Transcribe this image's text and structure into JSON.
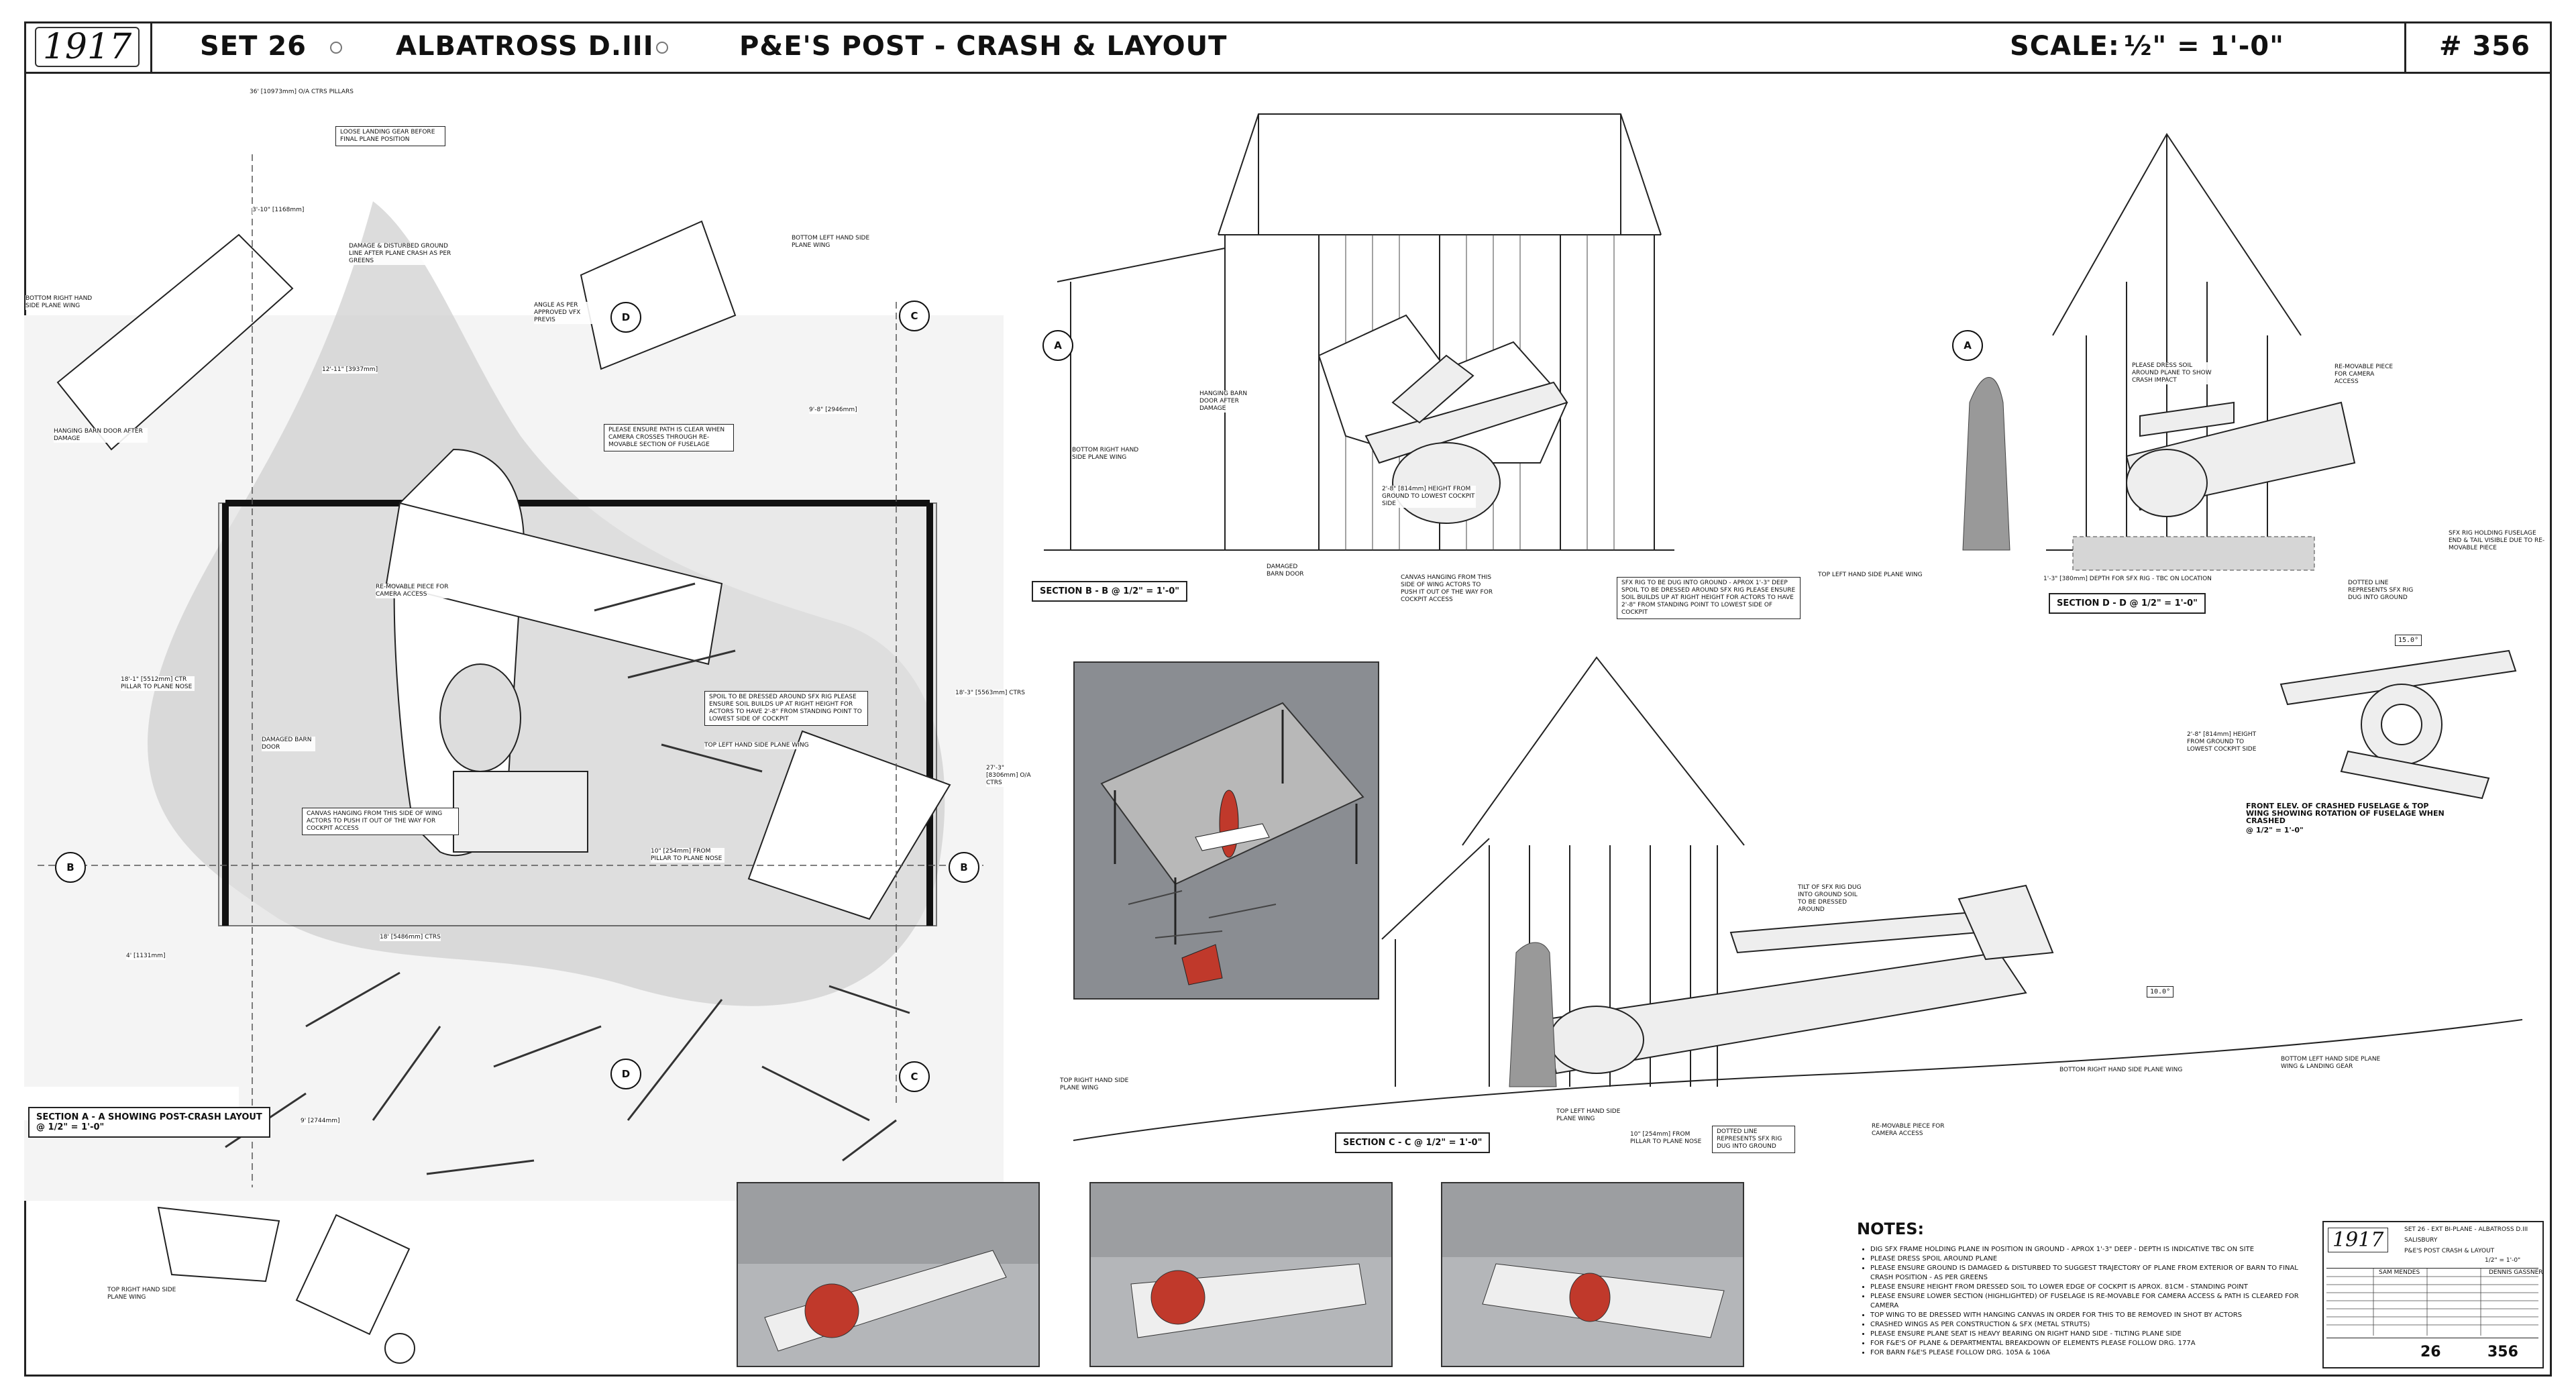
{
  "title_bar": {
    "logo": "1917",
    "set": "SET 26",
    "subject": "ALBATROSS D.III",
    "description": "P&E'S POST - CRASH & LAYOUT",
    "scale_label": "SCALE:",
    "scale_value": "½\" = 1'-0\"",
    "drawing_no": "# 356"
  },
  "plan": {
    "title": "SECTION A - A SHOWING POST-CRASH LAYOUT",
    "scale": "@ 1/2\" = 1'-0\"",
    "labels": {
      "loose_gear": "LOOSE LANDING GEAR BEFORE FINAL PLANE POSITION",
      "damage_ground": "DAMAGE & DISTURBED GROUND LINE AFTER PLANE CRASH AS PER GREENS",
      "bottom_left_wing": "BOTTOM LEFT HAND SIDE PLANE WING",
      "bottom_right_wing": "BOTTOM RIGHT HAND SIDE PLANE WING",
      "angle_previs": "ANGLE AS PER APPROVED VFX PREVIS",
      "hanging_door": "HANGING BARN DOOR AFTER DAMAGE",
      "camera_path": "PLEASE ENSURE PATH IS CLEAR WHEN CAMERA CROSSES THROUGH RE-MOVABLE SECTION OF FUSELAGE",
      "removable_piece": "RE-MOVABLE PIECE FOR CAMERA ACCESS",
      "spoil_sfx": "SPOIL TO BE DRESSED AROUND SFX RIG PLEASE ENSURE SOIL BUILDS UP AT RIGHT HEIGHT FOR ACTORS TO HAVE 2'-8\" FROM STANDING POINT TO LOWEST SIDE OF COCKPIT",
      "top_left_wing": "TOP LEFT HAND SIDE PLANE WING",
      "damaged_door": "DAMAGED BARN DOOR",
      "canvas_hanging": "CANVAS HANGING FROM THIS SIDE OF WING ACTORS TO PUSH IT OUT OF THE WAY FOR COCKPIT ACCESS",
      "pillar_nose": "10\" [254mm] FROM PILLAR TO PLANE NOSE",
      "ctrs": "18' [5486mm] CTRS",
      "top_right_wing": "TOP RIGHT HAND SIDE PLANE WING",
      "dim_top": "36' [10973mm] O/A CTRS PILLARS",
      "dim_left": "18'-1\" [5512mm] CTR PILLAR TO PLANE NOSE",
      "dim_right": "18'-3\" [5563mm] CTRS",
      "dim_oa": "27'-3\" [8306mm] O/A CTRS",
      "dim_9ft": "9' [2744mm]",
      "dim_4": "4' [1131mm]",
      "dim_12": "12'-11\" [3937mm]",
      "dim_9_8": "9'-8\" [2946mm]",
      "dim_3_10": "3'-10\" [1168mm]"
    }
  },
  "section_bb": {
    "title": "SECTION B - B",
    "scale": "@ 1/2\" = 1'-0\"",
    "labels": {
      "hanging_door": "HANGING BARN DOOR AFTER DAMAGE",
      "bottom_right_wing": "BOTTOM RIGHT HAND SIDE PLANE WING",
      "height_cockpit": "2'-8\" [814mm] HEIGHT FROM GROUND TO LOWEST COCKPIT SIDE",
      "damaged_door": "DAMAGED BARN DOOR",
      "canvas": "CANVAS HANGING FROM THIS SIDE OF WING ACTORS TO PUSH IT OUT OF THE WAY FOR COCKPIT ACCESS",
      "sfx_rig": "SFX RIG TO BE DUG INTO GROUND - APROX 1'-3\" DEEP SPOIL TO BE DRESSED AROUND SFX RIG PLEASE ENSURE SOIL BUILDS UP AT RIGHT HEIGHT FOR ACTORS TO HAVE 2'-8\" FROM STANDING POINT TO LOWEST SIDE OF COCKPIT",
      "top_left_wing": "TOP LEFT HAND SIDE PLANE WING"
    }
  },
  "section_dd": {
    "title": "SECTION D - D",
    "scale": "@ 1/2\" = 1'-0\"",
    "labels": {
      "dress_soil": "PLEASE DRESS SOIL AROUND PLANE TO SHOW CRASH IMPACT",
      "removable": "RE-MOVABLE PIECE FOR CAMERA ACCESS",
      "depth": "1'-3\" [380mm] DEPTH FOR SFX RIG - TBC ON LOCATION",
      "dotted": "DOTTED LINE REPRESENTS SFX RIG DUG INTO GROUND",
      "sfx_holding": "SFX RIG HOLDING FUSELAGE END & TAIL VISIBLE DUE TO RE-MOVABLE PIECE"
    }
  },
  "front_elev": {
    "title": "FRONT ELEV. OF CRASHED FUSELAGE & TOP WING SHOWING ROTATION OF FUSELAGE WHEN CRASHED",
    "scale": "@ 1/2\" = 1'-0\"",
    "height": "2'-8\" [814mm] HEIGHT FROM GROUND TO LOWEST COCKPIT SIDE",
    "angle": "15.0°"
  },
  "section_cc": {
    "title": "SECTION C - C",
    "scale": "@ 1/2\" = 1'-0\"",
    "labels": {
      "tilt": "TILT OF SFX RIG DUG INTO GROUND SOIL TO BE DRESSED AROUND",
      "angle": "10.0°",
      "top_right_wing": "TOP RIGHT HAND SIDE PLANE WING",
      "top_left_wing": "TOP LEFT HAND SIDE PLANE WING",
      "pillar_nose": "10\" [254mm] FROM PILLAR TO PLANE NOSE",
      "dotted": "DOTTED LINE REPRESENTS SFX RIG DUG INTO GROUND",
      "removable": "RE-MOVABLE PIECE FOR CAMERA ACCESS",
      "bottom_right_wing": "BOTTOM RIGHT HAND SIDE PLANE WING",
      "bottom_left_wing": "BOTTOM LEFT HAND SIDE PLANE WING & LANDING GEAR"
    }
  },
  "bottom_left": {
    "label": "TOP RIGHT HAND SIDE PLANE WING"
  },
  "markers": [
    "A",
    "B",
    "C",
    "D"
  ],
  "notes": {
    "heading": "NOTES:",
    "items": [
      "DIG SFX FRAME HOLDING PLANE IN POSITION IN GROUND - APROX 1'-3\" DEEP - DEPTH IS INDICATIVE TBC ON SITE",
      "PLEASE DRESS SPOIL AROUND PLANE",
      "PLEASE ENSURE GROUND IS DAMAGED & DISTURBED TO SUGGEST TRAJECTORY OF PLANE FROM EXTERIOR OF BARN TO FINAL CRASH POSITION - AS PER GREENS",
      "PLEASE ENSURE HEIGHT FROM DRESSED SOIL TO LOWER EDGE OF COCKPIT IS APROX. 81CM - STANDING POINT",
      "PLEASE ENSURE LOWER SECTION (HIGHLIGHTED) OF FUSELAGE IS RE-MOVABLE FOR CAMERA ACCESS & PATH IS CLEARED FOR CAMERA",
      "TOP WING TO BE DRESSED WITH HANGING CANVAS IN ORDER FOR THIS TO BE REMOVED IN SHOT BY ACTORS",
      "CRASHED WINGS AS PER CONSTRUCTION & SFX (METAL STRUTS)",
      "PLEASE ENSURE PLANE SEAT IS HEAVY BEARING ON RIGHT HAND SIDE - TILTING PLANE SIDE",
      "FOR F&E'S OF PLANE & DEPARTMENTAL BREAKDOWN OF ELEMENTS PLEASE FOLLOW DRG. 177A",
      "FOR BARN F&E'S PLEASE FOLLOW DRG. 105A & 106A"
    ]
  },
  "title_block": {
    "logo": "1917",
    "set_line": "SET 26 - EXT BI-PLANE - ALBATROSS D.III",
    "location": "SALISBURY",
    "title_line": "P&E'S POST CRASH & LAYOUT",
    "scale": "1/2\" = 1'-0\"",
    "designer": "DENNIS GASSNER",
    "director": "SAM MENDES",
    "set_no": "26",
    "drg_no": "356"
  },
  "colors": {
    "line": "#222222",
    "shade": "#c8c8c8",
    "render_bg": "#8a8d92",
    "accent_red": "#c0392b"
  }
}
